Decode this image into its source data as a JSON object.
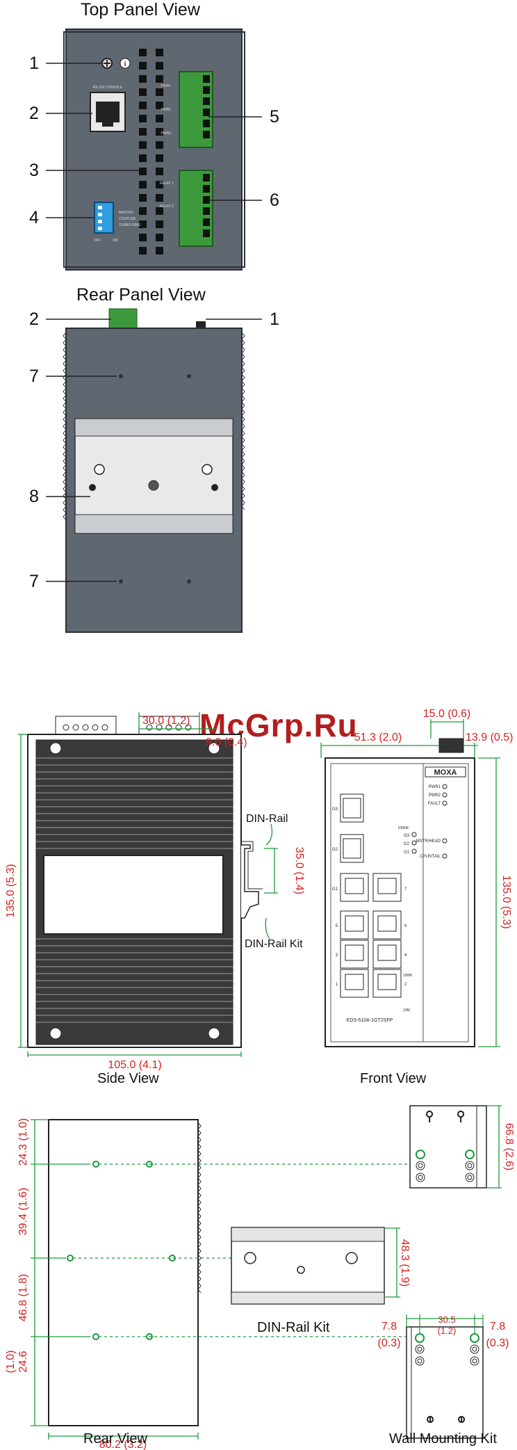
{
  "views": {
    "top_panel": "Top Panel View",
    "rear_panel": "Rear Panel View",
    "side": "Side View",
    "front": "Front View",
    "rear": "Rear View",
    "din_kit": "DIN-Rail Kit",
    "wall_kit": "Wall Mounting Kit"
  },
  "callouts": {
    "top": [
      "1",
      "2",
      "3",
      "4",
      "5",
      "6"
    ],
    "rear": [
      "2",
      "1",
      "7",
      "8",
      "7"
    ]
  },
  "panel_text": {
    "console": "RS-232 CONSOLE",
    "relay1": "RELAY 1",
    "relay2": "RELAY 2",
    "pwr1": "PWR1",
    "pwr2": "PWR2",
    "pwr3": "PWR3",
    "master": "MASTER",
    "coupler": "COUPLER",
    "turbo_ring": "TURBO RING",
    "off": "OFF",
    "on": "ON"
  },
  "side_labels": {
    "din_rail": "DIN-Rail",
    "din_rail_kit": "DIN-Rail Kit"
  },
  "dims": {
    "d30": "30.0 (1.2)",
    "d9": "9.0 (0.4)",
    "d135a": "135.0 (5.3)",
    "d35": "35.0 (1.4)",
    "d105": "105.0 (4.1)",
    "d15": "15.0 (0.6)",
    "d51": "51.3 (2.0)",
    "d139": "13.9 (0.5)",
    "d135b": "135.0 (5.3)",
    "d243": "24.3 (1.0)",
    "d394": "39.4 (1.6)",
    "d468": "46.8 (1.8)",
    "d246": "24.6",
    "d246b": "(1.0)",
    "d802": "80.2 (3.2)",
    "d668": "66.8 (2.6)",
    "d483": "48.3 (1.9)",
    "d78a": "7.8",
    "d78a2": "(0.3)",
    "d305": "30.5",
    "d305b": "(1.2)",
    "d78b": "7.8",
    "d78b2": "(0.3)"
  },
  "front": {
    "brand": "MOXA",
    "pwr1": "PWR1",
    "pwr2": "PWR2",
    "fault": "FAULT",
    "mstr": "MSTR/HEAD",
    "cplr": "CPLR/TAIL",
    "speed": "1000M",
    "g3": "G3",
    "g2": "G2",
    "g1": "G1",
    "model": "EDS-510A-1GT2SFP",
    "port_g3": "G3",
    "port_g2": "G2",
    "port_g1": "G1",
    "p7": "7",
    "p5": "5",
    "p6": "6",
    "p3": "3",
    "p4": "4",
    "p1": "1",
    "p2": "2",
    "m100": "100M",
    "m10": "10M"
  },
  "watermark": "McGrp.Ru",
  "colors": {
    "dim": "#d42020",
    "green": "#1a9a3a",
    "panel": "#5f6771",
    "terminal": "#3c9a3c"
  }
}
